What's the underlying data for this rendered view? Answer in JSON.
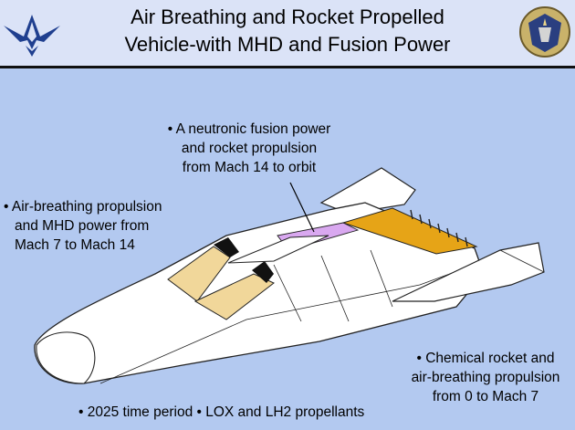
{
  "header": {
    "title_line1": "Air Breathing and Rocket Propelled",
    "title_line2": "Vehicle-with MHD and Fusion Power",
    "left_logo": "usaf-wings-icon",
    "right_logo": "afrl-shield-icon"
  },
  "callouts": {
    "fusion_line1": "• A neutronic fusion power",
    "fusion_line2": "and rocket propulsion",
    "fusion_line3": "from Mach 14 to orbit",
    "air_line1": "• Air-breathing propulsion",
    "air_line2": "and MHD power from",
    "air_line3": "Mach 7 to Mach 14",
    "chem_line1": "• Chemical rocket and",
    "chem_line2": "air-breathing propulsion",
    "chem_line3": "from 0 to Mach 7",
    "period_text": "• 2025 time period • LOX and LH2 propellants"
  },
  "colors": {
    "background": "#b3c9f0",
    "header": "#dbe3f7",
    "inlet": "#f1d79a",
    "fusion_section": "#d9a8f0",
    "mhd_section": "#e6a417"
  }
}
